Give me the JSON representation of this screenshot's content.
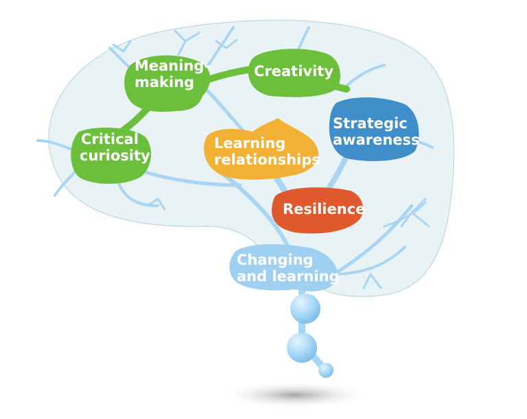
{
  "nodes": {
    "meaning_making": {
      "line1": "Meaning-",
      "line2": "making",
      "color": "#6cbf3a"
    },
    "creativity": {
      "label": "Creativity",
      "color": "#6cbf3a"
    },
    "critical_curiosity": {
      "line1": "Critical",
      "line2": "curiosity",
      "color": "#6cbf3a"
    },
    "learning_relationships": {
      "line1": "Learning",
      "line2": "relationships",
      "color": "#f2b134"
    },
    "strategic_awareness": {
      "line1": "Strategic",
      "line2": "awareness",
      "color": "#3f8ec9"
    },
    "resilience": {
      "label": "Resilience",
      "color": "#e0582e"
    },
    "changing_and_learning": {
      "line1": "Changing",
      "line2": "and learning",
      "color": "#9fd0f2"
    }
  },
  "colors": {
    "head_fill": "#e9f3f5",
    "head_stroke": "#c3dde4",
    "neuron": "#a7d5f3",
    "shadow": "#c9c9c9"
  }
}
